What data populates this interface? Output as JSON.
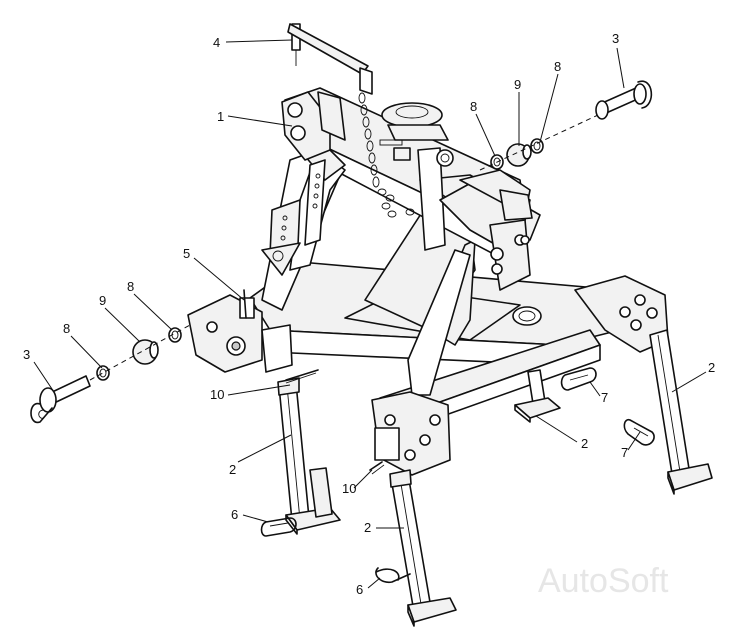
{
  "labels": {
    "l1": "1",
    "l2a": "2",
    "l2b": "2",
    "l2c": "2",
    "l2d": "2",
    "l3a": "3",
    "l3b": "3",
    "l4": "4",
    "l5": "5",
    "l6a": "6",
    "l6b": "6",
    "l7a": "7",
    "l7b": "7",
    "l8a": "8",
    "l8b": "8",
    "l8c": "8",
    "l8d": "8",
    "l9a": "9",
    "l9b": "9",
    "l10a": "10",
    "l10b": "10"
  },
  "watermark": "AutoSoft"
}
